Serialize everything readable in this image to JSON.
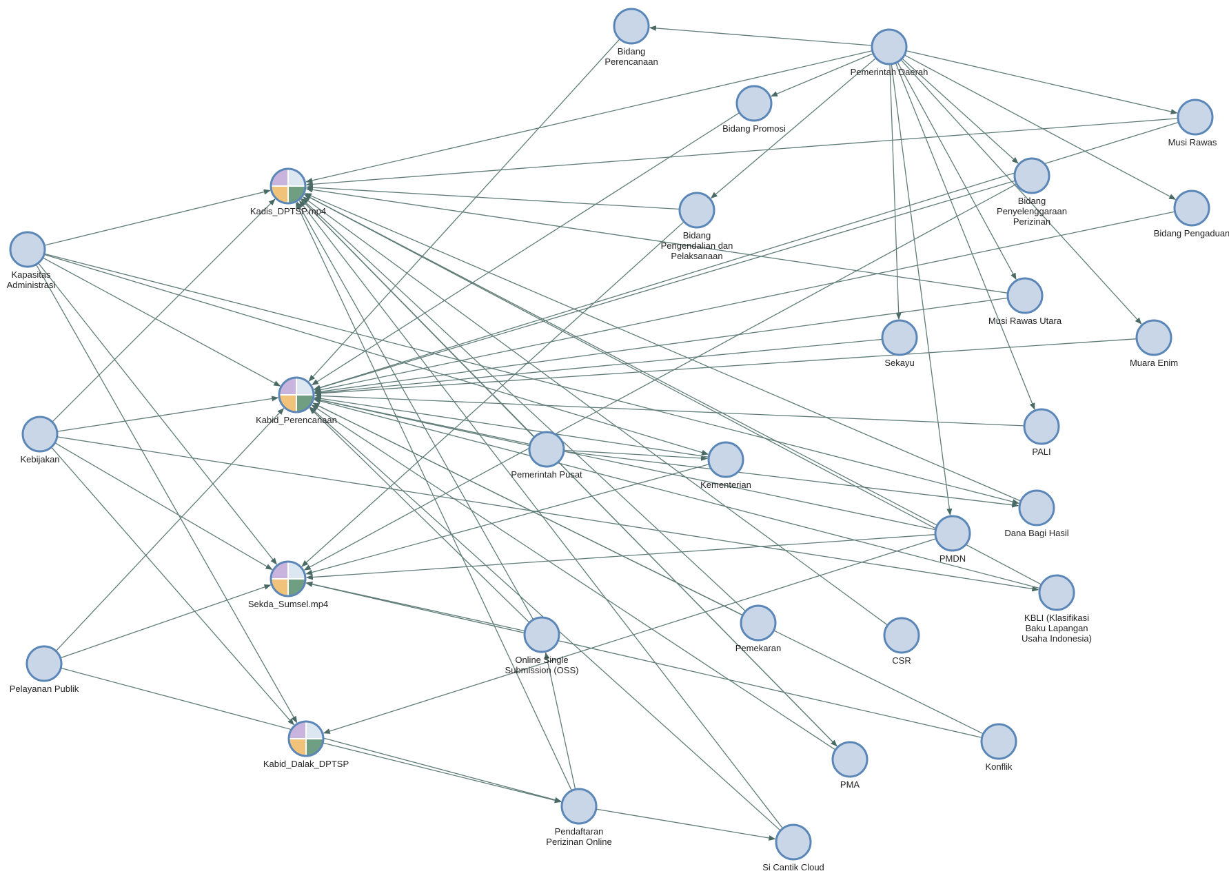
{
  "nodes": [
    {
      "id": "kadis",
      "lines": [
        "Kadis_DPTSP.mp4"
      ],
      "hub": true
    },
    {
      "id": "kabid_perencanaan",
      "lines": [
        "Kabid_Perencanaan"
      ],
      "hub": true
    },
    {
      "id": "sekda",
      "lines": [
        "Sekda_Sumsel.mp4"
      ],
      "hub": true
    },
    {
      "id": "kabid_dalak",
      "lines": [
        "Kabid_Dalak_DPTSP"
      ],
      "hub": true
    },
    {
      "id": "kapasitas",
      "lines": [
        "Kapasitas",
        "Administrasi"
      ]
    },
    {
      "id": "kebijakan",
      "lines": [
        "Kebijakan"
      ]
    },
    {
      "id": "pelayanan",
      "lines": [
        "Pelayanan Publik"
      ]
    },
    {
      "id": "bidang_perencanaan",
      "lines": [
        "Bidang",
        "Perencanaan"
      ]
    },
    {
      "id": "bidang_promosi",
      "lines": [
        "Bidang Promosi"
      ]
    },
    {
      "id": "bidang_pengendalian",
      "lines": [
        "Bidang",
        "Pengendalian dan",
        "Pelaksanaan"
      ]
    },
    {
      "id": "pemda",
      "lines": [
        "Pemerintah Daerah"
      ]
    },
    {
      "id": "musi_rawas",
      "lines": [
        "Musi Rawas"
      ]
    },
    {
      "id": "bidang_penyelenggaraan",
      "lines": [
        "Bidang",
        "Penyelenggaraan",
        "Perizinan"
      ]
    },
    {
      "id": "bidang_pengaduan",
      "lines": [
        "Bidang Pengaduan"
      ]
    },
    {
      "id": "musi_rawas_utara",
      "lines": [
        "Musi Rawas Utara"
      ]
    },
    {
      "id": "sekayu",
      "lines": [
        "Sekayu"
      ]
    },
    {
      "id": "muara_enim",
      "lines": [
        "Muara Enim"
      ]
    },
    {
      "id": "pali",
      "lines": [
        "PALI"
      ]
    },
    {
      "id": "pempus",
      "lines": [
        "Pemerintah Pusat"
      ]
    },
    {
      "id": "kementerian",
      "lines": [
        "Kementerian"
      ]
    },
    {
      "id": "dbh",
      "lines": [
        "Dana Bagi Hasil"
      ]
    },
    {
      "id": "pmdn",
      "lines": [
        "PMDN"
      ]
    },
    {
      "id": "kbli",
      "lines": [
        "KBLI (Klasifikasi",
        "Baku Lapangan",
        "Usaha Indonesia)"
      ]
    },
    {
      "id": "oss",
      "lines": [
        "Online Single",
        "Submission (OSS)"
      ]
    },
    {
      "id": "pemekaran",
      "lines": [
        "Pemekaran"
      ]
    },
    {
      "id": "csr",
      "lines": [
        "CSR"
      ]
    },
    {
      "id": "konflik",
      "lines": [
        "Konflik"
      ]
    },
    {
      "id": "pma",
      "lines": [
        "PMA"
      ]
    },
    {
      "id": "pendaftaran",
      "lines": [
        "Pendaftaran",
        "Perizinan Online"
      ]
    },
    {
      "id": "si_cantik",
      "lines": [
        "Si Cantik Cloud"
      ]
    }
  ],
  "edges": [
    [
      "kapasitas",
      "kadis"
    ],
    [
      "kapasitas",
      "kabid_perencanaan"
    ],
    [
      "kapasitas",
      "sekda"
    ],
    [
      "kapasitas",
      "kabid_dalak"
    ],
    [
      "kapasitas",
      "kementerian"
    ],
    [
      "kapasitas",
      "dbh"
    ],
    [
      "kebijakan",
      "kadis"
    ],
    [
      "kebijakan",
      "kabid_perencanaan"
    ],
    [
      "kebijakan",
      "sekda"
    ],
    [
      "kebijakan",
      "kabid_dalak"
    ],
    [
      "kebijakan",
      "kbli"
    ],
    [
      "pelayanan",
      "kabid_perencanaan"
    ],
    [
      "pelayanan",
      "sekda"
    ],
    [
      "pelayanan",
      "pendaftaran"
    ],
    [
      "pemda",
      "bidang_perencanaan"
    ],
    [
      "pemda",
      "bidang_promosi"
    ],
    [
      "pemda",
      "bidang_pengendalian"
    ],
    [
      "pemda",
      "musi_rawas"
    ],
    [
      "pemda",
      "bidang_penyelenggaraan"
    ],
    [
      "pemda",
      "bidang_pengaduan"
    ],
    [
      "pemda",
      "musi_rawas_utara"
    ],
    [
      "pemda",
      "sekayu"
    ],
    [
      "pemda",
      "muara_enim"
    ],
    [
      "pemda",
      "pali"
    ],
    [
      "pemda",
      "pmdn"
    ],
    [
      "pemda",
      "kadis"
    ],
    [
      "musi_rawas",
      "kadis"
    ],
    [
      "musi_rawas",
      "kabid_perencanaan"
    ],
    [
      "bidang_penyelenggaraan",
      "kabid_perencanaan"
    ],
    [
      "bidang_penyelenggaraan",
      "sekda"
    ],
    [
      "bidang_pengaduan",
      "kabid_perencanaan"
    ],
    [
      "bidang_perencanaan",
      "kabid_perencanaan"
    ],
    [
      "bidang_promosi",
      "kabid_perencanaan"
    ],
    [
      "bidang_pengendalian",
      "kadis"
    ],
    [
      "bidang_pengendalian",
      "sekda"
    ],
    [
      "musi_rawas_utara",
      "kadis"
    ],
    [
      "musi_rawas_utara",
      "kabid_perencanaan"
    ],
    [
      "sekayu",
      "kabid_perencanaan"
    ],
    [
      "muara_enim",
      "kabid_perencanaan"
    ],
    [
      "pali",
      "kabid_perencanaan"
    ],
    [
      "pempus",
      "kabid_perencanaan"
    ],
    [
      "pempus",
      "kementerian"
    ],
    [
      "pempus",
      "dbh"
    ],
    [
      "pempus",
      "kadis"
    ],
    [
      "kementerian",
      "kabid_perencanaan"
    ],
    [
      "kementerian",
      "sekda"
    ],
    [
      "dbh",
      "kadis"
    ],
    [
      "pmdn",
      "kadis"
    ],
    [
      "pmdn",
      "kabid_perencanaan"
    ],
    [
      "pmdn",
      "sekda"
    ],
    [
      "pmdn",
      "kabid_dalak"
    ],
    [
      "kbli",
      "kabid_perencanaan"
    ],
    [
      "kbli",
      "kadis"
    ],
    [
      "oss",
      "kadis"
    ],
    [
      "oss",
      "kabid_perencanaan"
    ],
    [
      "oss",
      "sekda"
    ],
    [
      "pemekaran",
      "kadis"
    ],
    [
      "pemekaran",
      "kabid_perencanaan"
    ],
    [
      "csr",
      "kadis"
    ],
    [
      "konflik",
      "kabid_perencanaan"
    ],
    [
      "konflik",
      "sekda"
    ],
    [
      "pma",
      "kadis"
    ],
    [
      "pma",
      "kabid_perencanaan"
    ],
    [
      "kadis",
      "pma"
    ],
    [
      "pendaftaran",
      "kadis"
    ],
    [
      "pendaftaran",
      "oss"
    ],
    [
      "pendaftaran",
      "si_cantik"
    ],
    [
      "si_cantik",
      "kabid_perencanaan"
    ],
    [
      "si_cantik",
      "kadis"
    ],
    [
      "kabid_dalak",
      "pendaftaran"
    ]
  ],
  "hub_colors": [
    "#c9b4dd",
    "#dce7f2",
    "#f0c27a",
    "#6f9e82"
  ]
}
